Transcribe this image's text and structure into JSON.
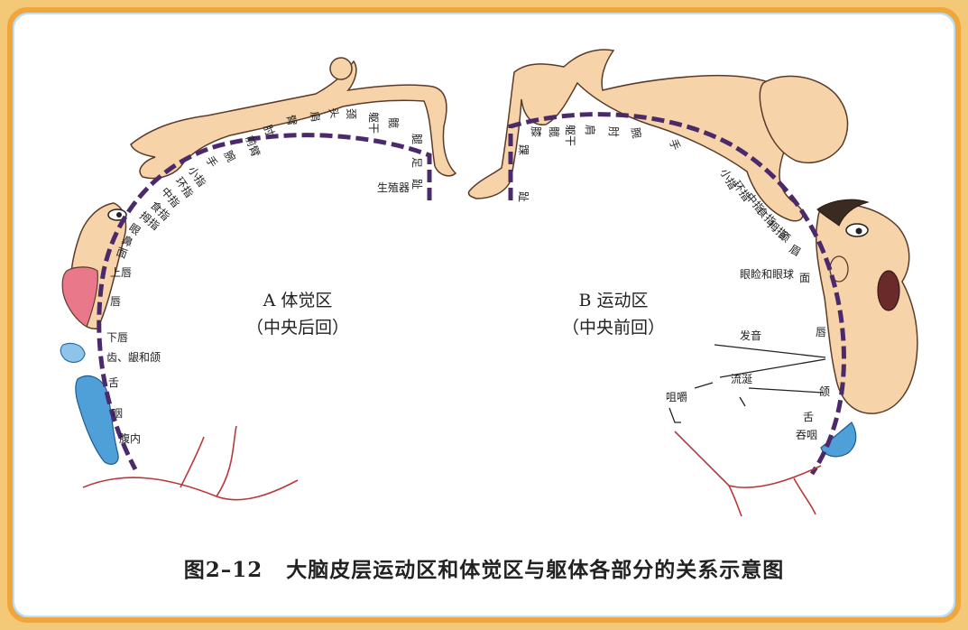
{
  "figure": {
    "number": "图2–12",
    "title": "大脑皮层运动区和体觉区与躯体各部分的关系示意图"
  },
  "sensory_region": {
    "title": "A 体觉区",
    "subtitle": "（中央后回）"
  },
  "motor_region": {
    "title": "B 运动区",
    "subtitle": "（中央前回）"
  },
  "sensory_labels": [
    "生殖器",
    "趾",
    "足",
    "腿",
    "髋",
    "躯干",
    "颈",
    "头",
    "肩",
    "臂",
    "肘",
    "前臂",
    "腕",
    "手",
    "小指",
    "环指",
    "中指",
    "食指",
    "拇指",
    "眼",
    "鼻",
    "面",
    "上唇",
    "唇",
    "下唇",
    "齿、龈和颌",
    "舌",
    "咽",
    "腹内"
  ],
  "motor_labels": [
    "趾",
    "踝",
    "膝",
    "髋",
    "躯干",
    "肩",
    "肘",
    "腕",
    "手",
    "小指",
    "环指",
    "中指",
    "食指",
    "拇指",
    "颈",
    "眉",
    "眼睑和眼球",
    "面",
    "发音",
    "唇",
    "流涎",
    "颌",
    "舌",
    "咀嚼",
    "吞咽"
  ],
  "colors": {
    "arc": "#4b2a6b",
    "skin": "#f6d3a8",
    "lips": "#e8788a",
    "throat": "#4f9fd8",
    "vessels": "#b8383a",
    "frame": "#f0a63a"
  }
}
